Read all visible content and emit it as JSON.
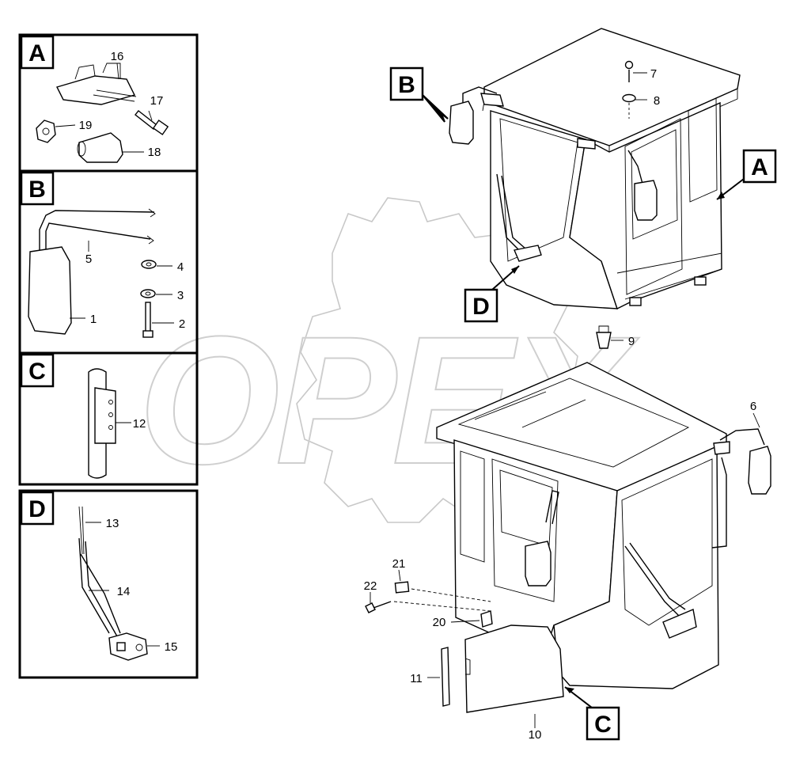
{
  "watermark": {
    "text": "OPEX"
  },
  "detail_panels": [
    {
      "label": "A"
    },
    {
      "label": "B"
    },
    {
      "label": "C"
    },
    {
      "label": "D"
    }
  ],
  "callouts": {
    "a": {
      "label": "A"
    },
    "b": {
      "label": "B"
    },
    "c": {
      "label": "C"
    },
    "d": {
      "label": "D"
    }
  },
  "parts": {
    "p1": "1",
    "p2": "2",
    "p3": "3",
    "p4": "4",
    "p5": "5",
    "p6": "6",
    "p7": "7",
    "p8": "8",
    "p9": "9",
    "p10": "10",
    "p11": "11",
    "p12": "12",
    "p13": "13",
    "p14": "14",
    "p15": "15",
    "p16": "16",
    "p17": "17",
    "p18": "18",
    "p19": "19",
    "p20": "20",
    "p21": "21",
    "p22": "22"
  }
}
